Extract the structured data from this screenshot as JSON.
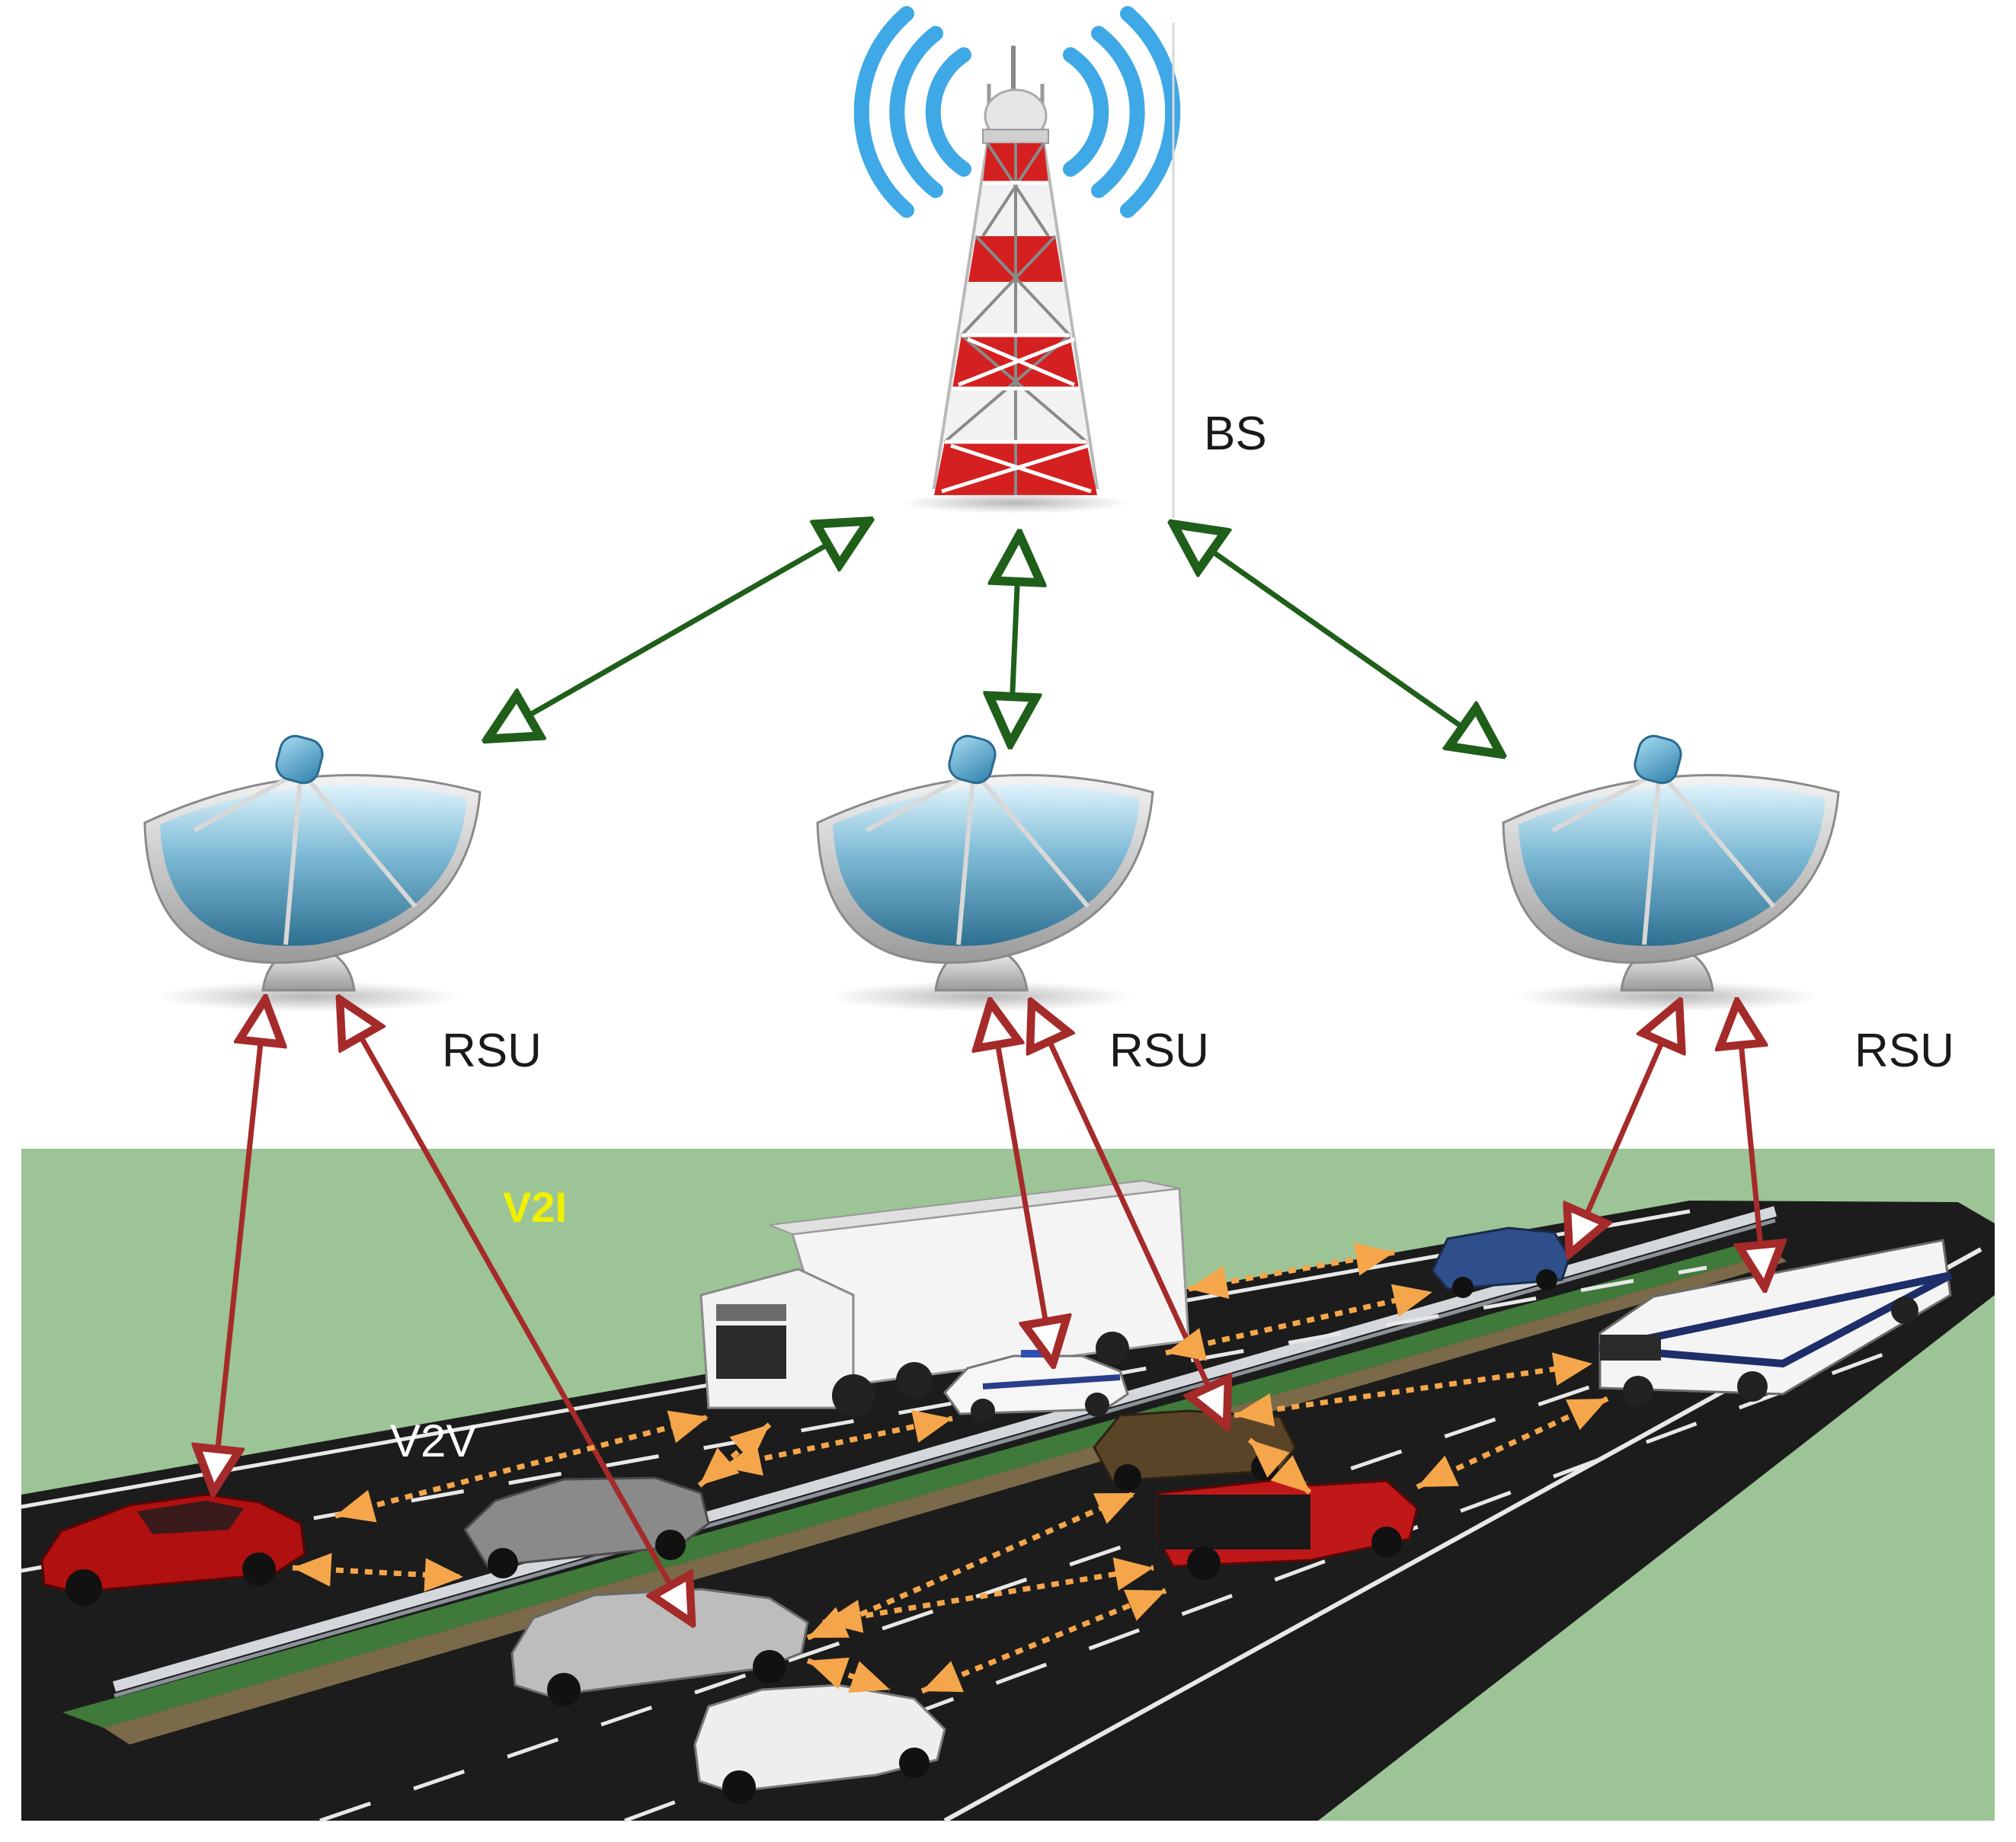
{
  "labels": {
    "bs": "BS",
    "rsu_left": "RSU",
    "rsu_center": "RSU",
    "rsu_right": "RSU",
    "v2v": "V2V",
    "v2i": "V2I"
  },
  "colors": {
    "backhaul_link": "#1f5f1a",
    "v2i_link": "#a52a2a",
    "v2v_link": "#f5a64a",
    "grass": "#9cc496",
    "road": "#1c1c1c",
    "tower_red": "#d42020",
    "signal_blue": "#3fa8e6"
  },
  "icons": {
    "base_station": "cell-tower-icon",
    "roadside_unit": "satellite-dish-icon"
  }
}
